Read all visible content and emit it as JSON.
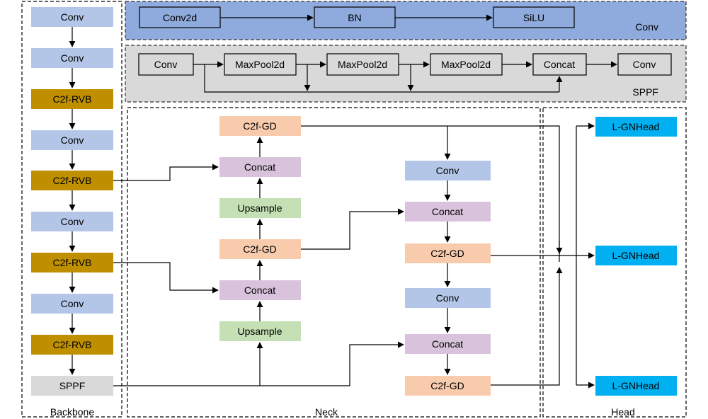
{
  "colors": {
    "conv": "#b4c6e7",
    "c2f_rvb": "#bf8f00",
    "c2f_gd": "#f8cbad",
    "concat": "#d9c3dc",
    "upsample": "#c5e0b4",
    "sppf": "#d9d9d9",
    "head": "#00b0f0",
    "conv_panel": "#8faadc",
    "sppf_panel": "#d9d9d9"
  },
  "panels": {
    "conv_title": "Conv",
    "sppf_title": "SPPF",
    "backbone_title": "Backbone",
    "neck_title": "Neck",
    "head_title": "Head"
  },
  "conv_detail": [
    "Conv2d",
    "BN",
    "SiLU"
  ],
  "sppf_detail": [
    "Conv",
    "MaxPool2d",
    "MaxPool2d",
    "MaxPool2d",
    "Concat",
    "Conv"
  ],
  "backbone": [
    "Conv",
    "Conv",
    "C2f-RVB",
    "Conv",
    "C2f-RVB",
    "Conv",
    "C2f-RVB",
    "Conv",
    "C2f-RVB",
    "SPPF"
  ],
  "neck_left": [
    "C2f-GD",
    "Concat",
    "Upsample",
    "C2f-GD",
    "Concat",
    "Upsample"
  ],
  "neck_right": [
    "Conv",
    "Concat",
    "C2f-GD",
    "Conv",
    "Concat",
    "C2f-GD"
  ],
  "head": [
    "L-GNHead",
    "L-GNHead",
    "L-GNHead"
  ]
}
